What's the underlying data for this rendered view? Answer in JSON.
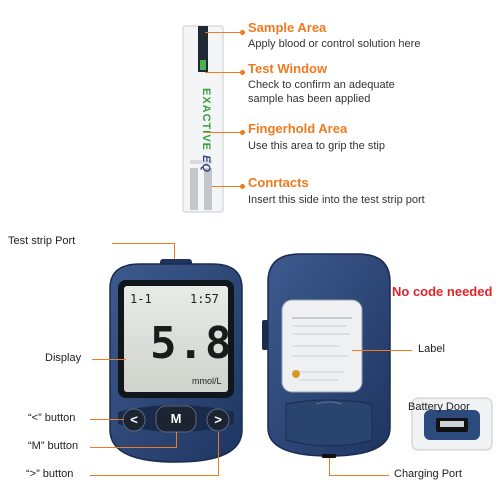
{
  "strip": {
    "brand_main": "EXACTIVE",
    "brand_suffix": "EQ",
    "callouts": [
      {
        "title": "Sample Area",
        "desc": "Apply blood or control solution here"
      },
      {
        "title": "Test Window",
        "desc": "Check to confirm an adequate sample has been applied"
      },
      {
        "title": "Fingerhold Area",
        "desc": "Use this area to grip the stip"
      },
      {
        "title": "Conrtacts",
        "desc": "Insert this side into the test strip port"
      }
    ]
  },
  "meter": {
    "labels": {
      "port": "Test strip Port",
      "display": "Display",
      "left_button": "“<” button",
      "m_button": "“M” button",
      "right_button": "“>” button"
    },
    "screen": {
      "top_left": "1-1",
      "top_right": "1:57",
      "reading": "5.8",
      "unit": "mmol/L"
    },
    "buttons": {
      "left": "<",
      "middle": "M",
      "right": ">"
    }
  },
  "back": {
    "no_code": "No code needed",
    "labels": {
      "label": "Label",
      "battery_door": "Battery Door",
      "charging_port": "Charging Port"
    }
  },
  "colors": {
    "accent": "#f07a1e",
    "no_code": "#e0242a",
    "meter_blue": "#2d4a7c"
  }
}
